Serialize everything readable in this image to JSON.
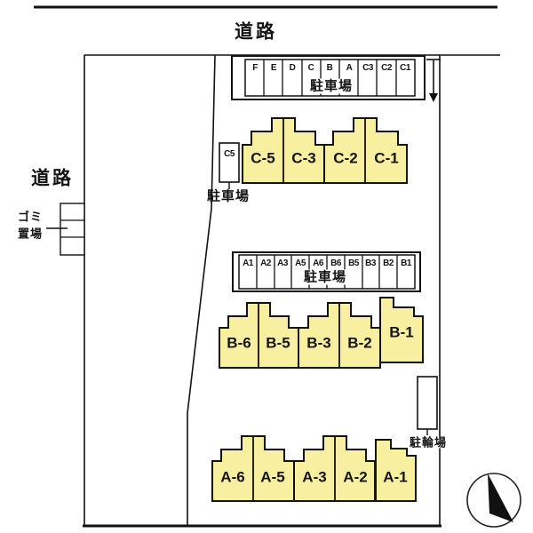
{
  "roads": {
    "top": "道路",
    "left": "道路"
  },
  "garbage_area": {
    "line1": "ゴミ",
    "line2": "置場"
  },
  "parking_top": {
    "label": "駐車場",
    "stalls": [
      "F",
      "E",
      "D",
      "C",
      "B",
      "A",
      "C3",
      "C2",
      "C1"
    ]
  },
  "parking_c5": {
    "stall": "C5",
    "label": "駐車場"
  },
  "parking_middle": {
    "label": "駐車場",
    "stalls": [
      "A1",
      "A2",
      "A3",
      "A5",
      "A6",
      "B6",
      "B5",
      "B3",
      "B2",
      "B1"
    ]
  },
  "bicycle_parking": {
    "label": "駐輪場"
  },
  "buildings": {
    "c_row": {
      "units": [
        "C-5",
        "C-3",
        "C-2",
        "C-1"
      ]
    },
    "b_row": {
      "units": [
        "B-6",
        "B-5",
        "B-3",
        "B-2",
        "B-1"
      ]
    },
    "a_row": {
      "units": [
        "A-6",
        "A-5",
        "A-3",
        "A-2",
        "A-1"
      ]
    }
  },
  "colors": {
    "building_fill": "#F8EFA0",
    "line": "#111111",
    "background": "#FFFFFF"
  }
}
